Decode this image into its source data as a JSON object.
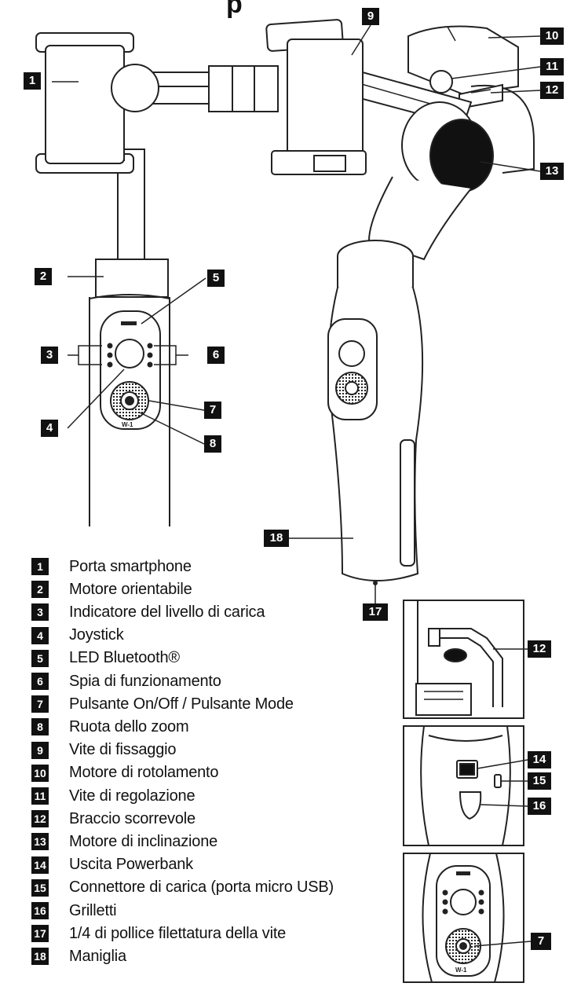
{
  "header_fragment": "p",
  "legend": [
    {
      "num": "1",
      "label": "Porta smartphone"
    },
    {
      "num": "2",
      "label": "Motore orientabile"
    },
    {
      "num": "3",
      "label": "Indicatore del livello di carica"
    },
    {
      "num": "4",
      "label": "Joystick"
    },
    {
      "num": "5",
      "label": "LED Bluetooth®"
    },
    {
      "num": "6",
      "label": "Spia di funzionamento"
    },
    {
      "num": "7",
      "label": "Pulsante On/Off / Pulsante Mode"
    },
    {
      "num": "8",
      "label": "Ruota dello zoom"
    },
    {
      "num": "9",
      "label": "Vite di fissaggio"
    },
    {
      "num": "10",
      "label": "Motore di rotolamento"
    },
    {
      "num": "11",
      "label": "Vite di regolazione"
    },
    {
      "num": "12",
      "label": "Braccio scorrevole"
    },
    {
      "num": "13",
      "label": "Motore di inclinazione"
    },
    {
      "num": "14",
      "label": "Uscita Powerbank"
    },
    {
      "num": "15",
      "label": "Connettore di carica (porta micro USB)"
    },
    {
      "num": "16",
      "label": "Grilletti"
    },
    {
      "num": "17",
      "label": "1/4 di pollice filettatura della vite"
    },
    {
      "num": "18",
      "label": "Maniglia"
    }
  ],
  "device_marking": "W-1",
  "callouts": {
    "c1": "1",
    "c2": "2",
    "c3": "3",
    "c4": "4",
    "c5": "5",
    "c6": "6",
    "c7": "7",
    "c8": "8",
    "c9": "9",
    "c10": "10",
    "c11": "11",
    "c12": "12",
    "c13": "13",
    "c17": "17",
    "c18": "18",
    "inset1_12": "12",
    "inset2_14": "14",
    "inset2_15": "15",
    "inset2_16": "16",
    "inset3_7": "7"
  }
}
